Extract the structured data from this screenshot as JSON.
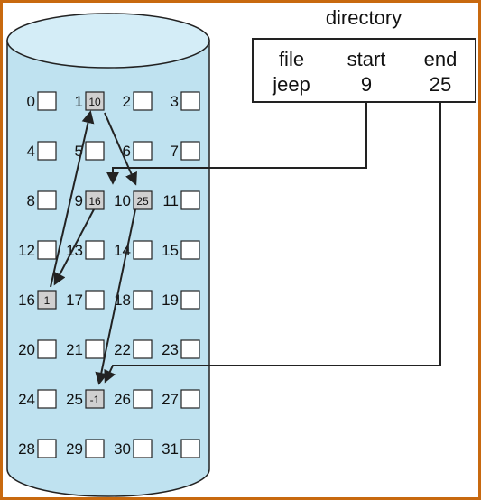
{
  "directory": {
    "title": "directory",
    "headers": [
      "file",
      "start",
      "end"
    ],
    "row": [
      "jeep",
      "9",
      "25"
    ]
  },
  "blocks": [
    {
      "num": "0",
      "ptr": ""
    },
    {
      "num": "1",
      "ptr": "10"
    },
    {
      "num": "2",
      "ptr": ""
    },
    {
      "num": "3",
      "ptr": ""
    },
    {
      "num": "4",
      "ptr": ""
    },
    {
      "num": "5",
      "ptr": ""
    },
    {
      "num": "6",
      "ptr": ""
    },
    {
      "num": "7",
      "ptr": ""
    },
    {
      "num": "8",
      "ptr": ""
    },
    {
      "num": "9",
      "ptr": "16"
    },
    {
      "num": "10",
      "ptr": "25"
    },
    {
      "num": "11",
      "ptr": ""
    },
    {
      "num": "12",
      "ptr": ""
    },
    {
      "num": "13",
      "ptr": ""
    },
    {
      "num": "14",
      "ptr": ""
    },
    {
      "num": "15",
      "ptr": ""
    },
    {
      "num": "16",
      "ptr": "1"
    },
    {
      "num": "17",
      "ptr": ""
    },
    {
      "num": "18",
      "ptr": ""
    },
    {
      "num": "19",
      "ptr": ""
    },
    {
      "num": "20",
      "ptr": ""
    },
    {
      "num": "21",
      "ptr": ""
    },
    {
      "num": "22",
      "ptr": ""
    },
    {
      "num": "23",
      "ptr": ""
    },
    {
      "num": "24",
      "ptr": ""
    },
    {
      "num": "25",
      "ptr": "-1"
    },
    {
      "num": "26",
      "ptr": ""
    },
    {
      "num": "27",
      "ptr": ""
    },
    {
      "num": "28",
      "ptr": ""
    },
    {
      "num": "29",
      "ptr": ""
    },
    {
      "num": "30",
      "ptr": ""
    },
    {
      "num": "31",
      "ptr": ""
    }
  ],
  "colors": {
    "border": "#c8690f",
    "cylinder": "#bfe2f0",
    "used_block": "#d0d0d0",
    "line": "#222222"
  }
}
